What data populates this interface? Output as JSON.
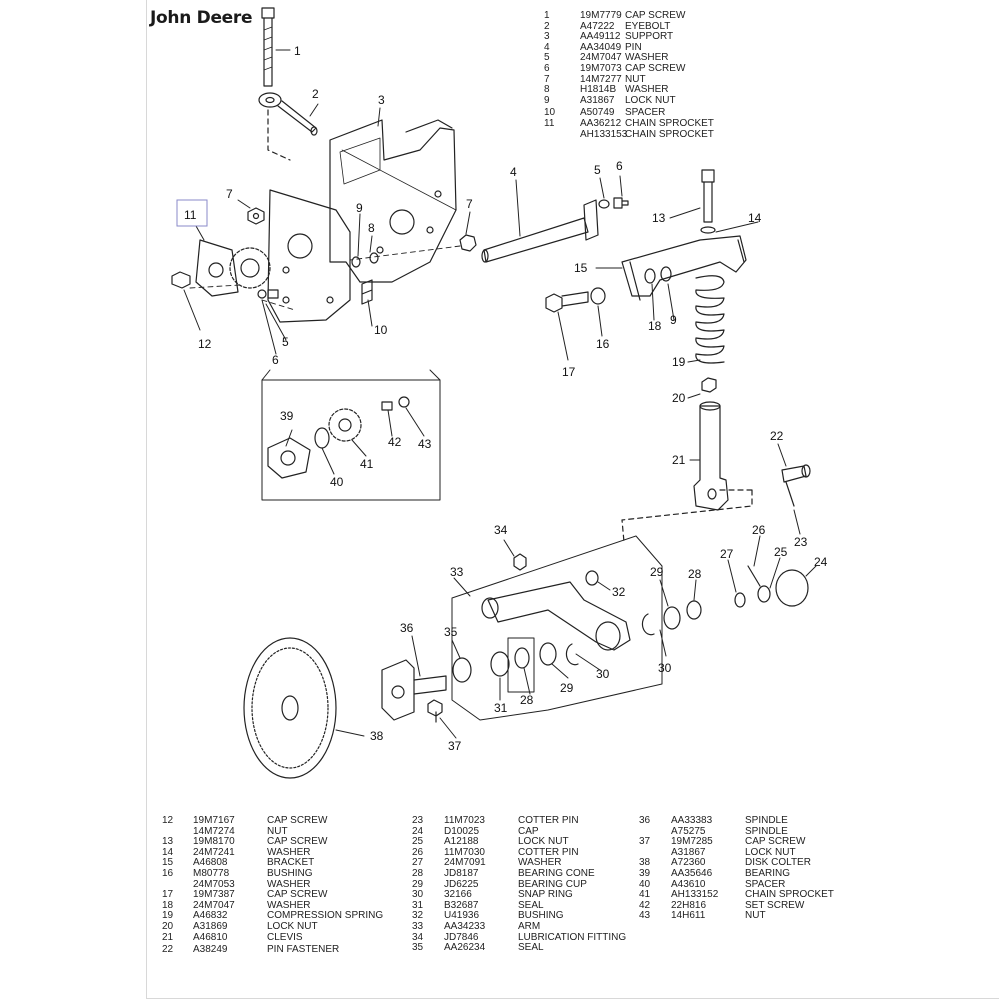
{
  "brand": "John Deere",
  "parts_top": [
    {
      "ref": "1",
      "part": "19M7779",
      "desc": "CAP SCREW"
    },
    {
      "ref": "2",
      "part": "A47222",
      "desc": "EYEBOLT"
    },
    {
      "ref": "3",
      "part": "AA49112",
      "desc": "SUPPORT"
    },
    {
      "ref": "4",
      "part": "AA34049",
      "desc": "PIN"
    },
    {
      "ref": "5",
      "part": "24M7047",
      "desc": "WASHER"
    },
    {
      "ref": "6",
      "part": "19M7073",
      "desc": "CAP SCREW"
    },
    {
      "ref": "7",
      "part": "14M7277",
      "desc": "NUT"
    },
    {
      "ref": "8",
      "part": "H1814B",
      "desc": "WASHER"
    },
    {
      "ref": "9",
      "part": "A31867",
      "desc": "LOCK NUT"
    },
    {
      "ref": "10",
      "part": "A50749",
      "desc": "SPACER"
    },
    {
      "ref": "11",
      "part": "AA36212",
      "desc": "CHAIN SPROCKET"
    },
    {
      "ref": "",
      "part": "AH133153",
      "desc": "CHAIN SPROCKET"
    }
  ],
  "parts_col1": [
    {
      "ref": "12",
      "part": "19M7167",
      "desc": "CAP SCREW"
    },
    {
      "ref": "",
      "part": "14M7274",
      "desc": "NUT"
    },
    {
      "ref": "13",
      "part": "19M8170",
      "desc": "CAP SCREW"
    },
    {
      "ref": "14",
      "part": "24M7241",
      "desc": "WASHER"
    },
    {
      "ref": "15",
      "part": "A46808",
      "desc": "BRACKET"
    },
    {
      "ref": "16",
      "part": "M80778",
      "desc": "BUSHING"
    },
    {
      "ref": "",
      "part": "24M7053",
      "desc": "WASHER"
    },
    {
      "ref": "17",
      "part": "19M7387",
      "desc": "CAP SCREW"
    },
    {
      "ref": "18",
      "part": "24M7047",
      "desc": "WASHER"
    },
    {
      "ref": "19",
      "part": "A46832",
      "desc": "COMPRESSION SPRING"
    },
    {
      "ref": "20",
      "part": "A31869",
      "desc": "LOCK NUT"
    },
    {
      "ref": "21",
      "part": "A46810",
      "desc": "CLEVIS"
    },
    {
      "ref": "22",
      "part": "A38249",
      "desc": "PIN FASTENER"
    }
  ],
  "parts_col2": [
    {
      "ref": "23",
      "part": "11M7023",
      "desc": "COTTER PIN"
    },
    {
      "ref": "24",
      "part": "D10025",
      "desc": "CAP"
    },
    {
      "ref": "25",
      "part": "A12188",
      "desc": "LOCK NUT"
    },
    {
      "ref": "26",
      "part": "11M7030",
      "desc": "COTTER PIN"
    },
    {
      "ref": "27",
      "part": "24M7091",
      "desc": "WASHER"
    },
    {
      "ref": "28",
      "part": "JD8187",
      "desc": "BEARING CONE"
    },
    {
      "ref": "29",
      "part": "JD6225",
      "desc": "BEARING CUP"
    },
    {
      "ref": "30",
      "part": "32166",
      "desc": "SNAP RING"
    },
    {
      "ref": "31",
      "part": "B32687",
      "desc": "SEAL"
    },
    {
      "ref": "32",
      "part": "U41936",
      "desc": "BUSHING"
    },
    {
      "ref": "33",
      "part": "AA34233",
      "desc": "ARM"
    },
    {
      "ref": "34",
      "part": "JD7846",
      "desc": "LUBRICATION FITTING"
    },
    {
      "ref": "35",
      "part": "AA26234",
      "desc": "SEAL"
    }
  ],
  "parts_col3": [
    {
      "ref": "36",
      "part": "AA33383",
      "desc": "SPINDLE"
    },
    {
      "ref": "",
      "part": "A75275",
      "desc": "SPINDLE"
    },
    {
      "ref": "37",
      "part": "19M7285",
      "desc": "CAP SCREW"
    },
    {
      "ref": "",
      "part": "A31867",
      "desc": "LOCK NUT"
    },
    {
      "ref": "38",
      "part": "A72360",
      "desc": "DISK COLTER"
    },
    {
      "ref": "39",
      "part": "AA35646",
      "desc": "BEARING"
    },
    {
      "ref": "40",
      "part": "A43610",
      "desc": "SPACER"
    },
    {
      "ref": "41",
      "part": "AH133152",
      "desc": "CHAIN SPROCKET"
    },
    {
      "ref": "42",
      "part": "22H816",
      "desc": "SET SCREW"
    },
    {
      "ref": "43",
      "part": "14H611",
      "desc": "NUT"
    }
  ],
  "callouts": {
    "c1": "1",
    "c2": "2",
    "c3": "3",
    "c4": "4",
    "c5a": "5",
    "c5b": "5",
    "c6a": "6",
    "c6b": "6",
    "c7a": "7",
    "c7b": "7",
    "c8": "8",
    "c9a": "9",
    "c9b": "9",
    "c10": "10",
    "c11": "11",
    "c12": "12",
    "c13": "13",
    "c14": "14",
    "c15": "15",
    "c16": "16",
    "c17": "17",
    "c18": "18",
    "c19": "19",
    "c20": "20",
    "c21": "21",
    "c22": "22",
    "c23": "23",
    "c24": "24",
    "c25": "25",
    "c26": "26",
    "c27": "27",
    "c28a": "28",
    "c28b": "28",
    "c29a": "29",
    "c29b": "29",
    "c30a": "30",
    "c30b": "30",
    "c31": "31",
    "c32": "32",
    "c33": "33",
    "c34": "34",
    "c35": "35",
    "c36": "36",
    "c37": "37",
    "c38": "38",
    "c39": "39",
    "c40": "40",
    "c41": "41",
    "c42": "42",
    "c43": "43"
  }
}
